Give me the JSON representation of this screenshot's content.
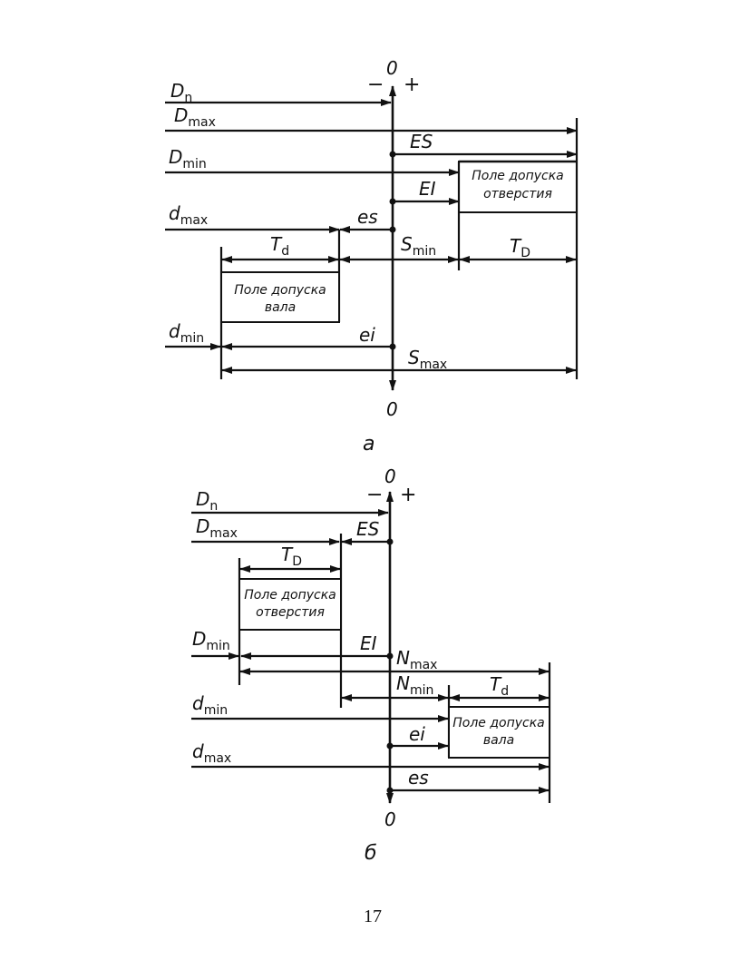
{
  "diagram_a": {
    "caption": "а",
    "axis_top": "0",
    "axis_bottom": "0",
    "minus": "−",
    "plus": "+",
    "labels": {
      "Dn": {
        "main": "D",
        "sub": "n"
      },
      "Dmax": {
        "main": "D",
        "sub": "max"
      },
      "Dmin": {
        "main": "D",
        "sub": "min"
      },
      "dmax": {
        "main": "d",
        "sub": "max"
      },
      "dmin": {
        "main": "d",
        "sub": "min"
      },
      "ES": "ES",
      "EI": "EI",
      "es": "es",
      "ei": "ei",
      "Td": {
        "main": "T",
        "sub": "d"
      },
      "TD": {
        "main": "T",
        "sub": "D"
      },
      "Smin": {
        "main": "S",
        "sub": "min"
      },
      "Smax": {
        "main": "S",
        "sub": "max"
      }
    },
    "hole_box": [
      "Поле допуска",
      "отверстия"
    ],
    "shaft_box": [
      "Поле допуска",
      "вала"
    ]
  },
  "diagram_b": {
    "caption": "б",
    "axis_top": "0",
    "axis_bottom": "0",
    "minus": "−",
    "plus": "+",
    "labels": {
      "Dn": {
        "main": "D",
        "sub": "n"
      },
      "Dmax": {
        "main": "D",
        "sub": "max"
      },
      "Dmin": {
        "main": "D",
        "sub": "min"
      },
      "dmin": {
        "main": "d",
        "sub": "min"
      },
      "dmax": {
        "main": "d",
        "sub": "max"
      },
      "ES": "ES",
      "EI": "EI",
      "es": "es",
      "ei": "ei",
      "TD": {
        "main": "T",
        "sub": "D"
      },
      "Td": {
        "main": "T",
        "sub": "d"
      },
      "Nmax": {
        "main": "N",
        "sub": "max"
      },
      "Nmin": {
        "main": "N",
        "sub": "min"
      }
    },
    "hole_box": [
      "Поле допуска",
      "отверстия"
    ],
    "shaft_box": [
      "Поле допуска",
      "вала"
    ]
  },
  "page_number": "17"
}
